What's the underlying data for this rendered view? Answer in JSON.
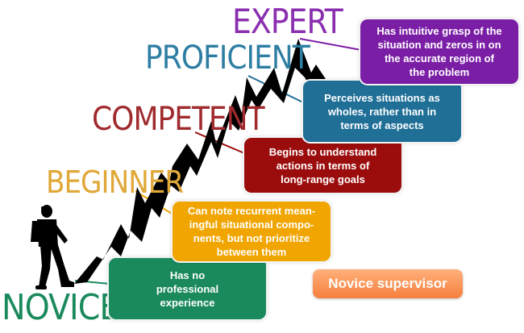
{
  "stages": [
    {
      "key": "novice",
      "label": "NOVICE",
      "color": "#1a8a5c",
      "text": "Has no professional experience"
    },
    {
      "key": "beginner",
      "label": "BEGINNER",
      "color": "#e0a838",
      "text": "Can note recurrent meaningful situational components, but not prioritize between them"
    },
    {
      "key": "competent",
      "label": "COMPETENT",
      "color": "#a02a2e",
      "text": "Begins to understand actions in terms of long-range goals"
    },
    {
      "key": "proficient",
      "label": "PROFICIENT",
      "color": "#2e7ea3",
      "text": "Perceives situations as wholes, rather than in terms of aspects"
    },
    {
      "key": "expert",
      "label": "EXPERT",
      "color": "#8a2fb0",
      "text": "Has intuitive grasp of the situation and zeros in on the accurate region of the problem"
    }
  ],
  "callouts": {
    "novice": [
      "Has no",
      "professional",
      "experience"
    ],
    "beginner": [
      "Can note recurrent mean-",
      "ingful situational compo-",
      "nents, but not prioritize",
      "between them"
    ],
    "competent": [
      "Begins to understand",
      "actions in terms of",
      "long-range goals"
    ],
    "proficient": [
      "Perceives situations as",
      "wholes, rather than in",
      "terms of aspects"
    ],
    "expert": [
      "Has intuitive grasp of the",
      "situation and zeros in on",
      "the accurate region of",
      "the problem"
    ]
  },
  "colors": {
    "novice": "#1a8a5c",
    "beginner": "#e0a838",
    "competent": "#a02a2e",
    "proficient": "#2e7ea3",
    "expert": "#8a2fb0",
    "beginner_box": "#f0a500",
    "competent_box": "#9b0d0d",
    "proficient_box": "#1f6f97",
    "expert_box": "#7b1ea6",
    "mountain": "#000000"
  },
  "icons": {
    "hiker": "hiker-silhouette-icon",
    "mountain": "zigzag-mountain-peak"
  },
  "button": {
    "label": "Novice supervisor"
  }
}
